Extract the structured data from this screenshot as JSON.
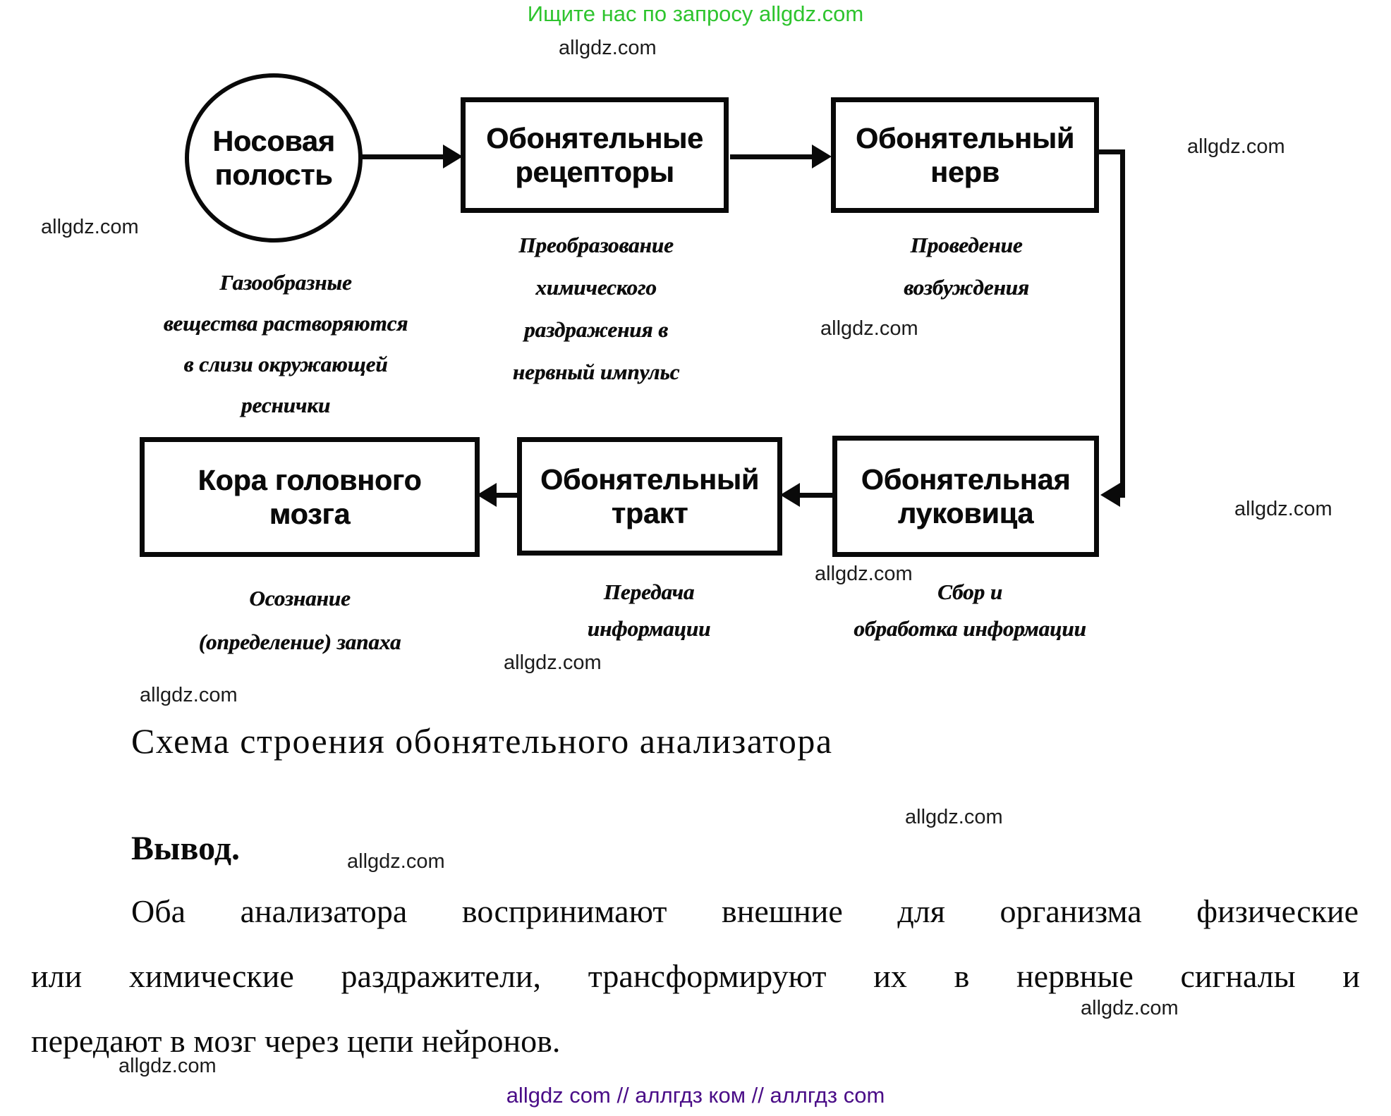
{
  "colors": {
    "promo_green": "#2ec42e",
    "footer_purple": "#4a0d87",
    "ink": "#0a0a0a"
  },
  "header": {
    "promo_text": "Ищите нас по запросу allgdz.com"
  },
  "watermark": {
    "text": "allgdz.com"
  },
  "diagram": {
    "nasal": {
      "name": [
        "Носовая",
        "полость"
      ],
      "caption": [
        "Газообразные",
        "вещества растворяются",
        "в слизи окружающей",
        "реснички"
      ]
    },
    "receptors": {
      "name": [
        "Обонятельные",
        "рецепторы"
      ],
      "caption": [
        "Преобразование",
        "химического",
        "раздражения в",
        "нервный импульс"
      ]
    },
    "nerve": {
      "name": [
        "Обонятельный",
        "нерв"
      ],
      "caption": [
        "Проведение",
        "возбуждения"
      ]
    },
    "bulb": {
      "name": [
        "Обонятельная",
        "луковица"
      ],
      "caption": [
        "Сбор и",
        "обработка информации"
      ]
    },
    "tract": {
      "name": [
        "Обонятельный",
        "тракт"
      ],
      "caption": [
        "Передача",
        "информации"
      ]
    },
    "cortex": {
      "name": [
        "Кора головного",
        "мозга"
      ],
      "caption": [
        "Осознание",
        "(определение) запаха"
      ]
    }
  },
  "figure_title": "Схема строения обонятельного анализатора",
  "conclusion": {
    "heading": "Вывод.",
    "lines": [
      "Оба анализатора воспринимают внешние для организма физические",
      "или химические раздражители, трансформируют их в нервные сигналы и",
      "передают в мозг через цепи нейронов."
    ]
  },
  "footer": {
    "text": "allgdz com  //  аллгдз ком  //  аллгдз com"
  }
}
